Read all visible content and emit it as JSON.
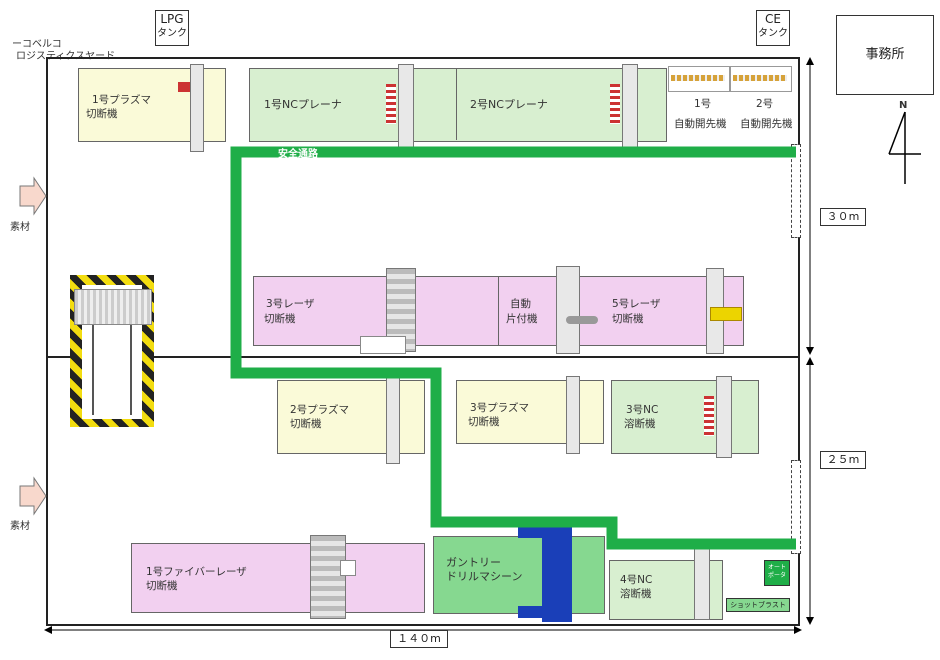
{
  "header": {
    "company_line1": "ーコベルコ",
    "company_line2": "ロジスティクスヤード",
    "lpg_tank": [
      "LPG",
      "タンク"
    ],
    "ce_tank": [
      "CE",
      "タンク"
    ],
    "office": "事務所",
    "north": "N"
  },
  "dimensions": {
    "width": "１４０m",
    "upper_height": "３０m",
    "lower_height": "２５m"
  },
  "material_labels": [
    "素材",
    "素材"
  ],
  "safety_aisle": "安全通路",
  "stations": {
    "plasma1": [
      "1号プラズマ",
      "切断機"
    ],
    "planer1": "1号NCプレーナ",
    "planer2": "2号NCプレーナ",
    "auto_open1": [
      "1号",
      "自動開先機"
    ],
    "auto_open2": [
      "2号",
      "自動開先機"
    ],
    "laser3": [
      "3号レーザ",
      "切断機"
    ],
    "auto_clear": [
      "自動",
      "片付機"
    ],
    "laser5": [
      "5号レーザ",
      "切断機"
    ],
    "plasma2": [
      "2号プラズマ",
      "切断機"
    ],
    "plasma3": [
      "3号プラズマ",
      "切断機"
    ],
    "nc3": [
      "3号NC",
      "溶断機"
    ],
    "fiber1": [
      "1号ファイバーレーザ",
      "切断機"
    ],
    "gantry": [
      "ガントリー",
      "ドリルマシーン"
    ],
    "nc4": [
      "4号NC",
      "溶断機"
    ],
    "auto_porter": [
      "オート",
      "ポータ"
    ],
    "shot_blast": "ショットブラスト"
  },
  "colors": {
    "safety_aisle": "#1fae48",
    "plasma_zone": "#fafad8",
    "nc_zone": "#d8efd0",
    "laser_zone": "#f2d0f0",
    "gantry_zone": "#86d890"
  }
}
